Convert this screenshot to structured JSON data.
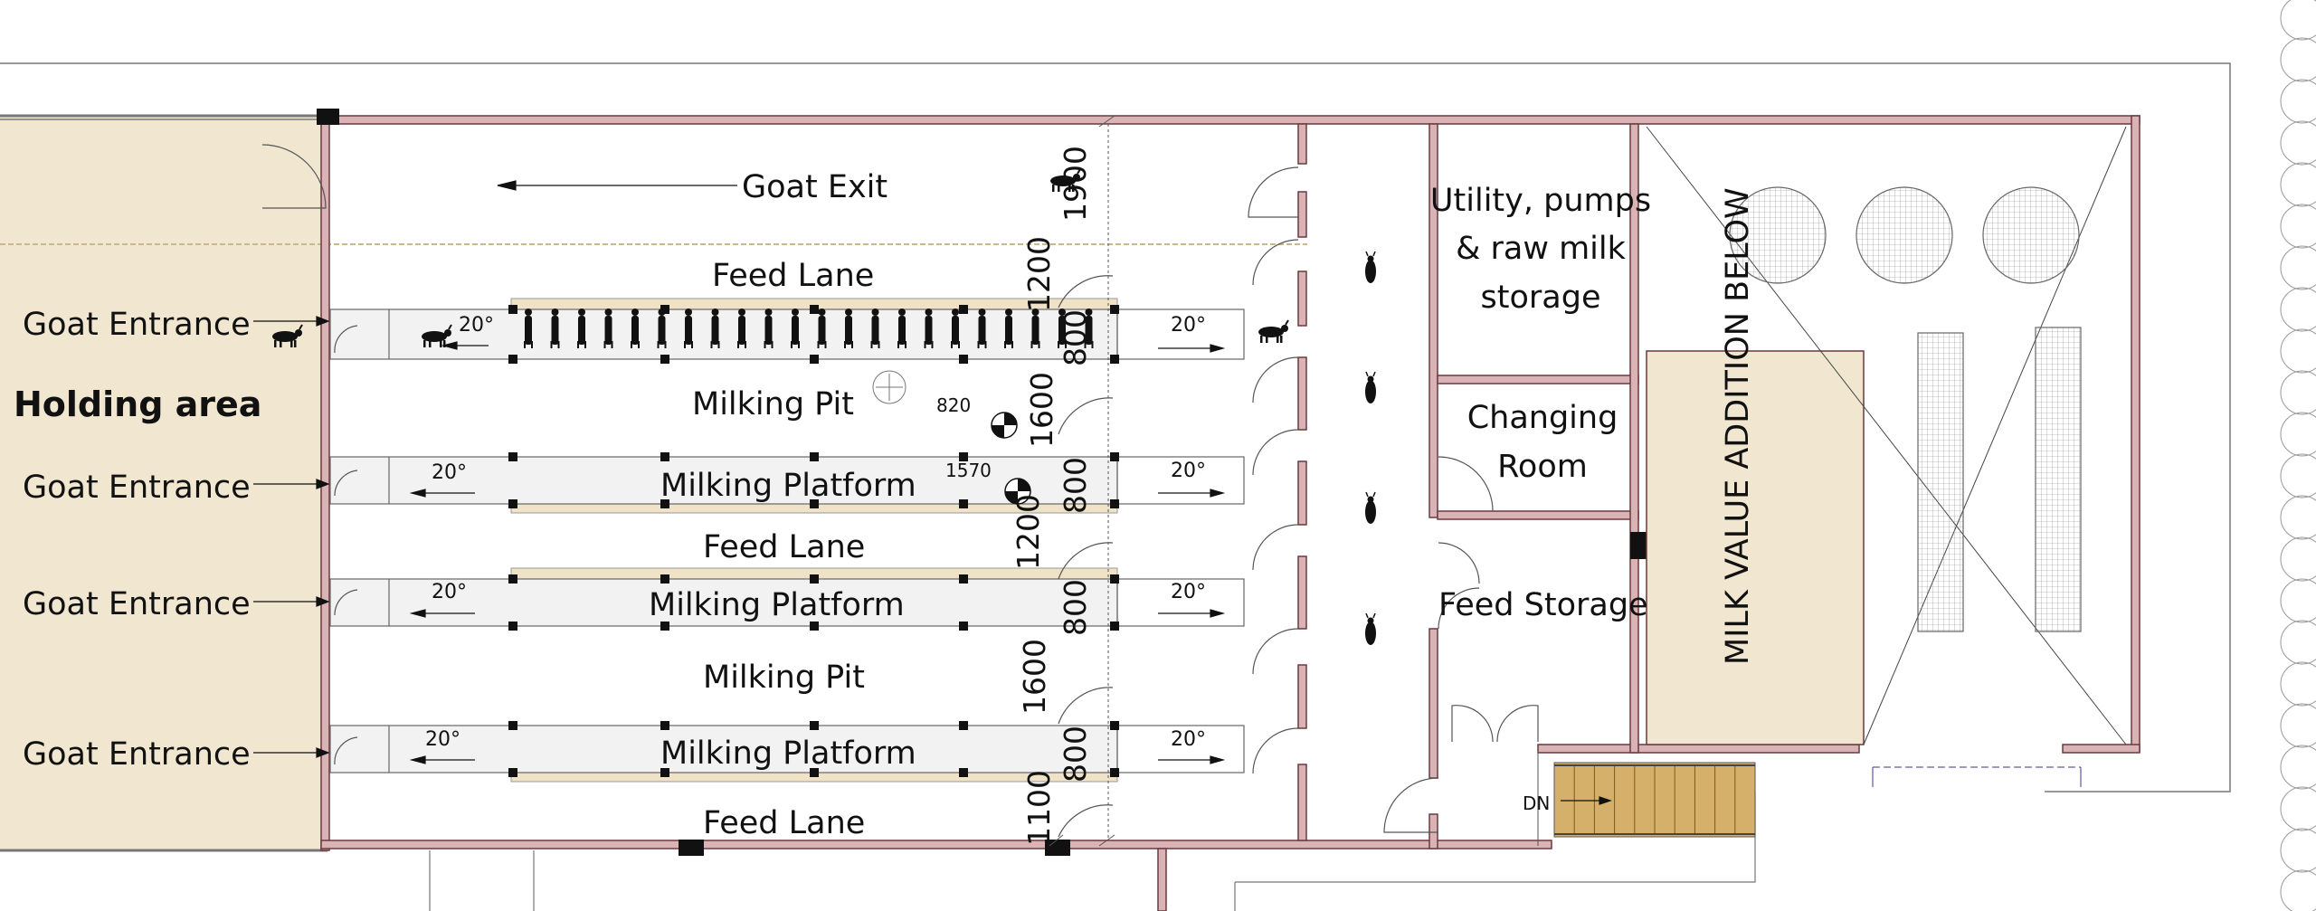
{
  "colors": {
    "wall_fill": "#d9b3b6",
    "wall_stroke": "#6b3a3f",
    "holding_fill": "#f1e6d0",
    "platform_fill": "#f2f2f2",
    "feed_strip": "#efe2c6",
    "stair_fill": "#d4b06a",
    "ink": "#111111"
  },
  "labels": {
    "holding_area": "Holding area",
    "goat_entrance": "Goat Entrance",
    "goat_exit": "Goat Exit",
    "feed_lane": "Feed Lane",
    "milking_pit": "Milking Pit",
    "milking_platform": "Milking Platform",
    "utility_line1": "Utility, pumps",
    "utility_line2": "& raw milk",
    "utility_line3": "storage",
    "changing_line1": "Changing",
    "changing_line2": "Room",
    "feed_storage": "Feed Storage",
    "milk_value_addition": "MILK VALUE ADDITION BELOW",
    "stair_dn": "DN",
    "angle": "20°"
  },
  "dimensions": {
    "d1900": "1900",
    "d1200": "1200",
    "d800": "800",
    "d1600": "1600",
    "d1100": "1100",
    "d820": "820",
    "d1570": "1570"
  },
  "icons": [
    "goat-silhouette-icon",
    "door-swing-icon",
    "tank-icon",
    "section-marker-icon",
    "arrow-icon",
    "column-icon"
  ]
}
